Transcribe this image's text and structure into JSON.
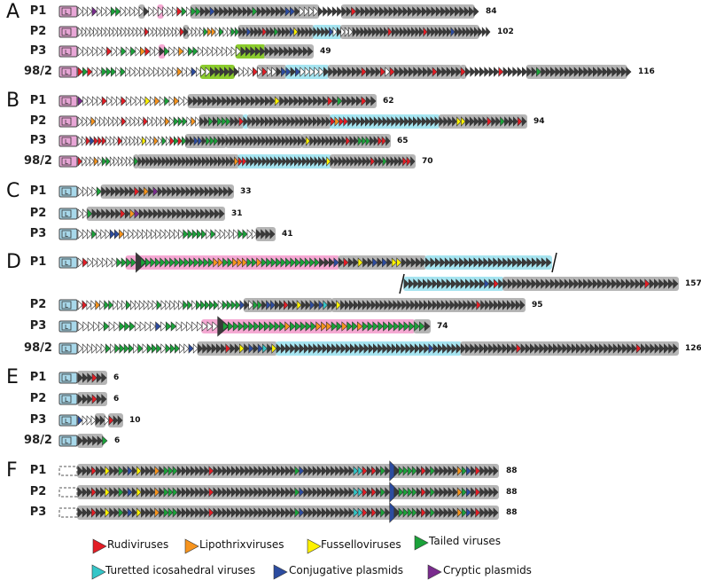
{
  "colors": {
    "r": "#e31d25",
    "o": "#f7941d",
    "y": "#fff200",
    "g": "#1ba23a",
    "t": "#34c6c8",
    "b": "#2c4ca0",
    "p": "#7a2b8e",
    "k": "#3a3a3a",
    "w": "#ffffff",
    "K": "#3a3a3a",
    "B": "#2c4ca0",
    "gray": "#b5b5b5",
    "pink": "#f5a9d3",
    "cyan": "#a6e4f0",
    "lime": "#8ccc2f",
    "leader_pink": "#e8a6d6",
    "leader_blue": "#a8d8ea"
  },
  "leader_label": "L",
  "sections": [
    {
      "letter": "A",
      "rows": [
        {
          "label": "P1",
          "count": "84",
          "leader": "pink",
          "sequence": "wwwpwwwggwwwwwkwwwwwwrgwggkkbkkkkkkkkgkkkkkkbbkwwwwkkkkkkkrkkkkkkkkkkkkkkkkkkkkkkkkkk",
          "highlights": [
            [
              13,
              13,
              "gray"
            ],
            [
              17,
              17,
              "pink"
            ],
            [
              24,
              50,
              "gray"
            ],
            [
              56,
              83,
              "gray"
            ]
          ]
        },
        {
          "label": "P2",
          "count": "102",
          "leader": "pink",
          "sequence": "wwwwwwwwwwwwwwwwwrwwwwwwwwrkwwwwgoowgwwggkkbkkkrkkgkkkbykkkkkkkkbwkwwwkkkkkkkkkrkkkkkkkkrkkkkkkbkkkkkkkkk",
          "highlights": [
            [
              27,
              27,
              "gray"
            ],
            [
              41,
              59,
              "gray"
            ],
            [
              60,
              66,
              "cyan"
            ],
            [
              67,
              101,
              "gray"
            ]
          ]
        },
        {
          "label": "P3",
          "count": "49",
          "leader": "pink",
          "sequence": "wwwwwwrwwgwgworwwkgwwowggwwwwwwwwwkkkkkkkkkkkkkkk",
          "highlights": [
            [
              17,
              17,
              "pink"
            ],
            [
              33,
              38,
              "lime"
            ],
            [
              39,
              48,
              "gray"
            ]
          ]
        },
        {
          "label": "98/2",
          "count": "116",
          "leader": "pink",
          "sequence": "rgrwwgggwgwwwwwwwwwwwowwbwwwkkkkkkwwwrwrwwkbbkbwwwwwkkkkkkkkrkkkrwrkkkkkkkkrkkkkkrkkkkkkkrkkkkkkkgkkkkkkkkkkkkkkkkkkk",
          "highlights": [
            [
              26,
              32,
              "lime"
            ],
            [
              38,
              43,
              "gray"
            ],
            [
              44,
              52,
              "cyan"
            ],
            [
              53,
              80,
              "gray"
            ],
            [
              81,
              81,
              "gray"
            ],
            [
              95,
              115,
              "gray"
            ]
          ]
        }
      ]
    },
    {
      "letter": "B",
      "rows": [
        {
          "label": "P1",
          "count": "62",
          "leader": "pink",
          "sequence": "pwwwwrwwwrwwwwywowgwowwkkkkkkkkkkkkkkkkkkykkkkkkkkkkrkgkkkkrkk",
          "highlights": [
            [
              23,
              61,
              "gray"
            ]
          ]
        },
        {
          "label": "P2",
          "count": "94",
          "leader": "pink",
          "sequence": "wwwowwwwwwrwwwwrwwwwowgggwowkkgkgggkkrkkkkkkkkkkkkkkkkkkkkrorrkkkkkkkkkkkkkkkkkkkkkkkkkyykkkkkrkkgkkkrk",
          "highlights": [
            [
              28,
              37,
              "gray"
            ],
            [
              38,
              38,
              "cyan"
            ],
            [
              39,
              57,
              "gray"
            ],
            [
              58,
              82,
              "cyan"
            ],
            [
              83,
              103,
              "gray"
            ]
          ]
        },
        {
          "label": "P3",
          "count": "65",
          "leader": "pink",
          "sequence": "wwrbrrrwwwrwwwwwywwowgwrgrgkkbbkgggkkkkkkkkkkkkkkkkkkkkkkykkkkkkkkkrkkgggkkrrk",
          "highlights": [
            [
              27,
              36,
              "gray"
            ],
            [
              37,
              55,
              "gray"
            ],
            [
              56,
              77,
              "gray"
            ]
          ]
        },
        {
          "label": "98/2",
          "count": "70",
          "leader": "pink",
          "sequence": "rwwwowggwwwwwwgkkkkkkkkkkkkkkkkkkkkkkkkorrkkkkkkkkkkkkkkkkkkkkykkkkkkkkkkrkkgkkkkrrk",
          "highlights": [
            [
              14,
              14,
              "gray"
            ],
            [
              15,
              39,
              "gray"
            ],
            [
              40,
              62,
              "cyan"
            ],
            [
              63,
              83,
              "gray"
            ]
          ]
        }
      ]
    },
    {
      "letter": "C",
      "rows": [
        {
          "label": "P1",
          "count": "33",
          "leader": "blue",
          "sequence": "wwwwgkkkkkkkrkokpkkkkkkkkkkkkkkkk",
          "highlights": [
            [
              5,
              32,
              "gray"
            ]
          ]
        },
        {
          "label": "P2",
          "count": "31",
          "leader": "blue",
          "sequence": "wwgkkkkkkrkopkkkkkkkkkkkkkkkkkk",
          "highlights": [
            [
              2,
              30,
              "gray"
            ]
          ]
        },
        {
          "label": "P3",
          "count": "41",
          "leader": "blue",
          "sequence": "wwwgwwwbbowwwwwwwwwwwwwgggggwgwwwwwggwwkkkk",
          "highlights": [
            [
              39,
              42,
              "gray"
            ]
          ]
        }
      ]
    },
    {
      "letter": "D",
      "rows": [
        {
          "label": "P1",
          "count": "",
          "leader": "blue",
          "break_end": true,
          "sequence": "wrwwwwwwggggKgggggggggggggggooggoooggoggggggggggggkkkbkrkkykkbkbkyykkkkkkkkkkkkkkkkkkkkkkkkkkkkkkk",
          "highlights": [
            [
              10,
              53,
              "pink"
            ],
            [
              54,
              71,
              "gray"
            ],
            [
              72,
              98,
              "cyan"
            ]
          ]
        },
        {
          "label": "",
          "count": "157",
          "leader": "",
          "break_start": true,
          "sequence": "kkkkkkkkkkkkkkkkkbkrkkkkkkkkkkkkkkkkkkkkkkkkkkkkkkkrkkkkkk",
          "highlights": [
            [
              0,
              20,
              "cyan"
            ],
            [
              21,
              57,
              "gray"
            ]
          ]
        },
        {
          "label": "P2",
          "count": "95",
          "leader": "blue",
          "sequence": "wrwwowggwwwgwwwwwwgwwwwwggwgggggwggggbkwggkbbkkrkkykkbkbtkkykkkkkkkkkkkkkkkkkkkkkkkkkkkkkkkrkkkkkkkkkk",
          "highlights": [
            [
              38,
              57,
              "gray"
            ],
            [
              58,
              101,
              "gray"
            ]
          ]
        },
        {
          "label": "P3",
          "count": "74",
          "leader": "blue",
          "sequence": "wwwwwgwwgggwwwwbwggwwwwwwwwKggggggggggggogggggoooggoggoggggggggggggk",
          "highlights": [
            [
              24,
              64,
              "pink"
            ],
            [
              65,
              67,
              "gray"
            ]
          ]
        },
        {
          "label": "98/2",
          "count": "126",
          "leader": "blue",
          "sequence": "wwwwwwgwggggwgwgggwgggwwbwkkkkkkrkkykbkbtkykkkkkkkkkkkkkkkkkkkkkkkkkkkkkkkkkbkkkkkkkkkkkkkkkkkkrkkkkkkkkkkkkkkkkkkkkkkkkkrkkkkkkkk",
          "highlights": [
            [
              26,
              42,
              "gray"
            ],
            [
              43,
              82,
              "cyan"
            ],
            [
              83,
              129,
              "gray"
            ]
          ]
        }
      ]
    },
    {
      "letter": "E",
      "rows": [
        {
          "label": "P1",
          "count": "6",
          "leader": "blue",
          "sequence": "kkkrkk",
          "highlights": [
            [
              0,
              5,
              "gray"
            ]
          ]
        },
        {
          "label": "P2",
          "count": "6",
          "leader": "blue",
          "sequence": "kkkrkk",
          "highlights": [
            [
              0,
              5,
              "gray"
            ]
          ]
        },
        {
          "label": "P3",
          "count": "10",
          "leader": "blue",
          "sequence": "bwwwkkwrkk",
          "highlights": [
            [
              4,
              5,
              "gray"
            ],
            [
              7,
              9,
              "gray"
            ]
          ]
        },
        {
          "label": "98/2",
          "count": "6",
          "leader": "blue",
          "sequence": "kkkkkg",
          "highlights": [
            [
              0,
              4,
              "gray"
            ]
          ]
        }
      ]
    },
    {
      "letter": "F",
      "rows": [
        {
          "label": "P1",
          "count": "88",
          "leader": "dashed",
          "sequence": "kkkrkkykkgkbkykkkokgggkkkkkkkrkkkkkkkkkkkkkkkkkkgbkkkkkkkkkkkttrkrkgkBkggggkrkgkkkkkogbkrkkkk",
          "highlights": [
            [
              0,
              92,
              "gray"
            ]
          ]
        },
        {
          "label": "P2",
          "count": "88",
          "leader": "dashed",
          "sequence": "kkkrkkykkgkbkykkkokgggkkkkkkkrkkkkkkkkkkkkkkkkkkgbkkkkkkkkkkkttrkrkgkBkggggkrkgkkkkkogbkrkkkk",
          "highlights": [
            [
              0,
              92,
              "gray"
            ]
          ]
        },
        {
          "label": "P3",
          "count": "88",
          "leader": "dashed",
          "sequence": "kkkrkkykkgkbkykkkokgggkkkkkkkrkkkkkkkkkkkkkkkkkkgbkkkkkkkkkkkttrkrkgkBkggggkrkgkkkkkogbkrkkkk",
          "highlights": [
            [
              0,
              92,
              "gray"
            ]
          ]
        }
      ]
    }
  ],
  "legend": [
    {
      "label": "Rudiviruses",
      "color": "r"
    },
    {
      "label": "Lipothrixviruses",
      "color": "o"
    },
    {
      "label": "Fusselloviruses",
      "color": "y"
    },
    {
      "label": "Tailed viruses",
      "color": "g"
    },
    {
      "label": "Turetted icosahedral viruses",
      "color": "t"
    },
    {
      "label": "Conjugative plasmids",
      "color": "b"
    },
    {
      "label": "Cryptic plasmids",
      "color": "p"
    }
  ]
}
